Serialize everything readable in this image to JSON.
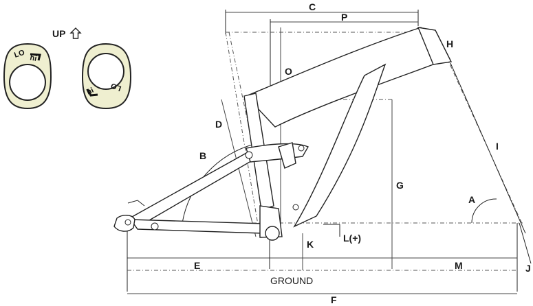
{
  "header": {
    "up_label": "UP",
    "up_icon": "arrow-up-outline-icon"
  },
  "chips": {
    "left": {
      "lo": "LO",
      "hi": "hi"
    },
    "right": {
      "lo": "LO",
      "hi": "hi"
    }
  },
  "labels": {
    "A": "A",
    "B": "B",
    "C": "C",
    "D": "D",
    "E": "E",
    "F": "F",
    "G": "G",
    "H": "H",
    "I": "I",
    "J": "J",
    "K": "K",
    "L": "L(+)",
    "M": "M",
    "O": "O",
    "P": "P"
  },
  "ground_label": "GROUND"
}
